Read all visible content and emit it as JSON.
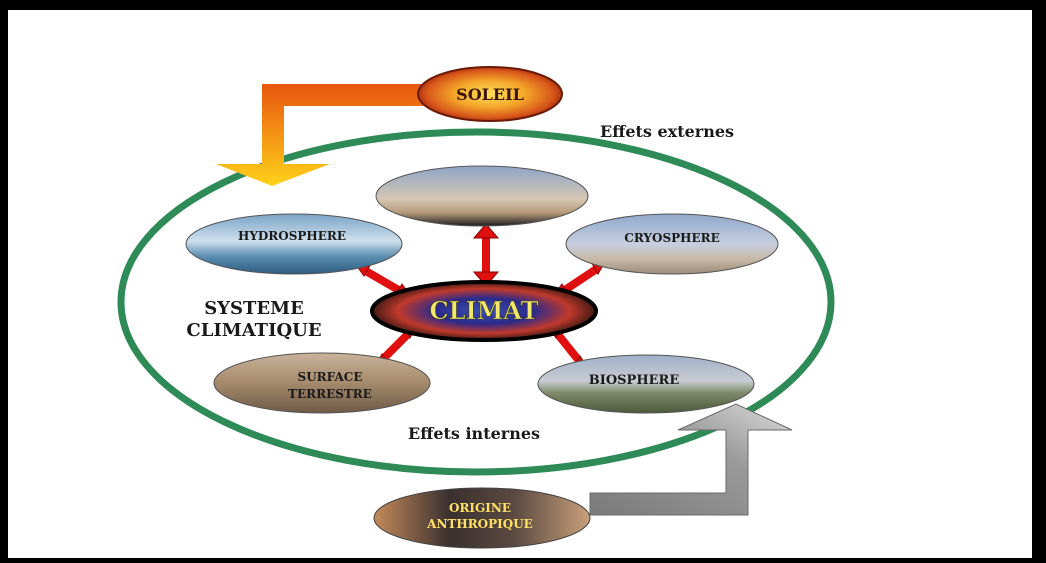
{
  "labels": {
    "sun": "SOLEIL",
    "external": "Effets externes",
    "internal": "Effets internes",
    "system_line1": "SYSTEME",
    "system_line2": "CLIMATIQUE",
    "climate": "CLIMAT",
    "hydrosphere": "HYDROSPHERE",
    "cryosphere": "CRYOSPHERE",
    "surface_line1": "SURFACE",
    "surface_line2": "TERRESTRE",
    "biosphere": "BIOSPHERE",
    "anthropic_line1": "ORIGINE",
    "anthropic_line2": "ANTHROPIQUE"
  },
  "colors": {
    "ring": "#2e8b57",
    "interaction_arrows": "#e01010",
    "sun_arrow_start": "#e8560e",
    "sun_arrow_end": "#ffd21a",
    "human_arrow": "#8c8c8c",
    "climate_text": "#f2e86b",
    "anthropic_text": "#ffe066"
  }
}
